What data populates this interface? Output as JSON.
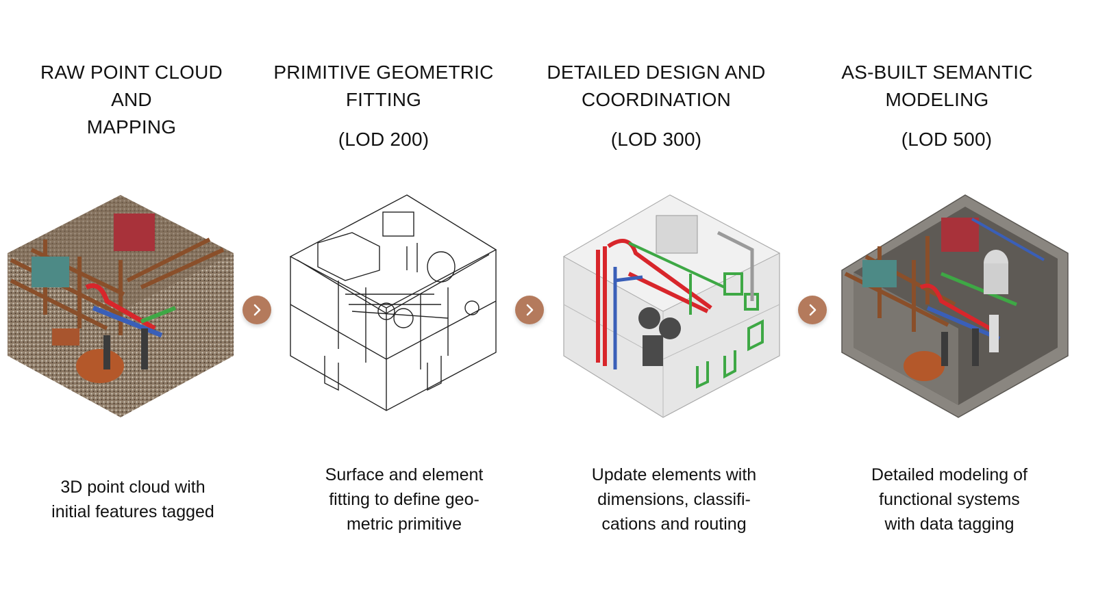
{
  "stages": [
    {
      "title_lines": [
        "RAW POINT CLOUD",
        "AND",
        "MAPPING"
      ],
      "lod": "",
      "desc_lines": [
        "3D point cloud with",
        "initial features tagged"
      ]
    },
    {
      "title_lines": [
        "PRIMITIVE GEOMETRIC",
        "FITTING"
      ],
      "lod": "(LOD 200)",
      "desc_lines": [
        "Surface and element",
        "fitting to define geo-",
        "metric primitive"
      ]
    },
    {
      "title_lines": [
        "DETAILED DESIGN AND",
        "COORDINATION"
      ],
      "lod": "(LOD 300)",
      "desc_lines": [
        "Update elements with",
        "dimensions, classifi-",
        "cations and routing"
      ]
    },
    {
      "title_lines": [
        "AS-BUILT SEMANTIC",
        "MODELING"
      ],
      "lod": "(LOD 500)",
      "desc_lines": [
        "Detailed modeling of",
        "functional systems",
        "with data tagging"
      ]
    }
  ],
  "icons": {
    "arrow": "chevron-right-icon"
  },
  "colors": {
    "arrow": "#b47a5c",
    "pipe_red": "#d8262b",
    "pipe_blue": "#3a5fb8",
    "pipe_green": "#3ea845",
    "steel_brown": "#8a4f2a"
  }
}
